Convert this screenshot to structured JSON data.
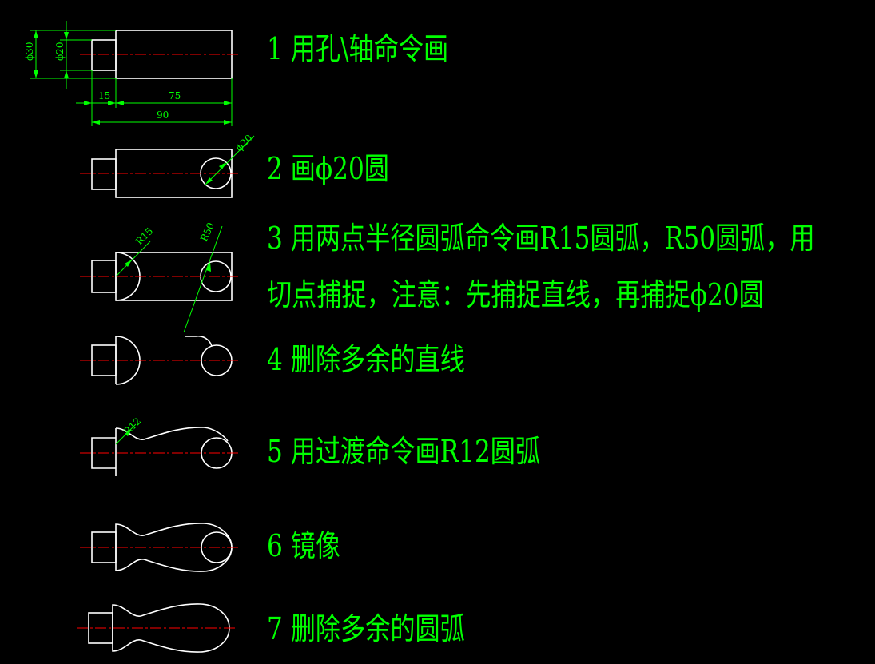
{
  "steps": [
    {
      "text": "1 用孔\\轴命令画"
    },
    {
      "text": "2 画ϕ20圆"
    },
    {
      "text": "3 用两点半径圆弧命令画R15圆弧，R50圆弧，用"
    },
    {
      "text": "切点捕捉，注意：先捕捉直线，再捕捉ϕ20圆"
    },
    {
      "text": "4 删除多余的直线"
    },
    {
      "text": "5 用过渡命令画R12圆弧"
    },
    {
      "text": "6 镜像"
    },
    {
      "text": "7 删除多余的圆弧"
    }
  ],
  "dimensions": {
    "dia30": "ϕ30",
    "dia20": "ϕ20",
    "len15": "15",
    "len75": "75",
    "len90": "90",
    "circle_dia": "ϕ20",
    "r15": "R15",
    "r50": "R50",
    "r12": "R12"
  },
  "colors": {
    "background": "#000000",
    "text": "#00ff00",
    "outline": "#ffffff",
    "centerline": "#ff0000"
  }
}
